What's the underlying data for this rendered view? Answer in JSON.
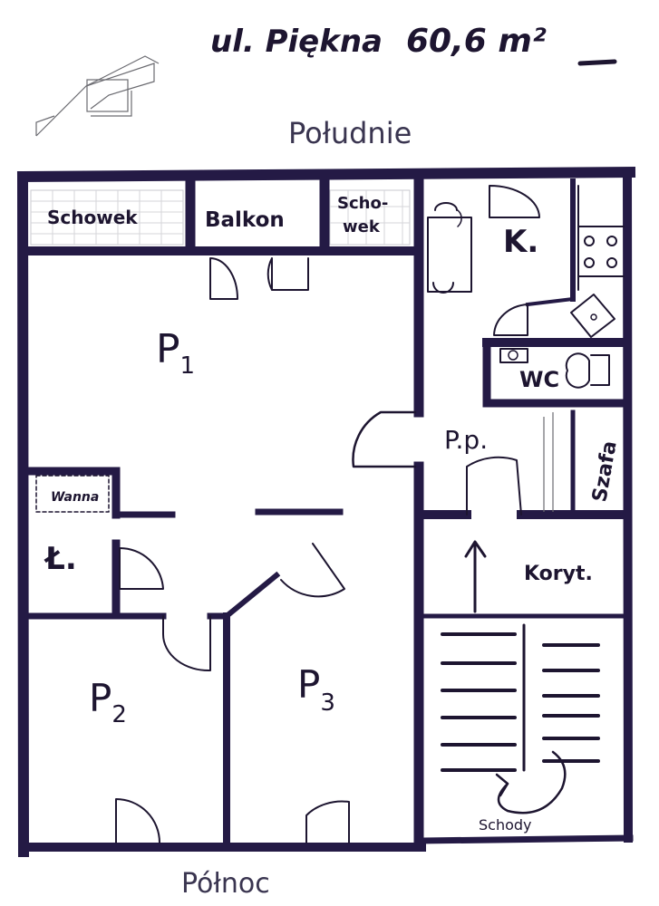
{
  "header": {
    "address": "ul. Piękna",
    "area": "60,6 m²"
  },
  "orientation": {
    "top": "Południe",
    "bottom": "Północ"
  },
  "rooms": {
    "schowek_left": "Schowek",
    "balkon": "Balkon",
    "schowek_right_1": "Scho-",
    "schowek_right_2": "wek",
    "kitchen": "K.",
    "wc": "WC",
    "p1_letter": "P",
    "p1_index": "1",
    "pp": "P.p.",
    "szafa": "Szafa",
    "wanna": "Wanna",
    "bathroom": "Ł.",
    "korytarz": "Koryt.",
    "p2_letter": "P",
    "p2_index": "2",
    "p3_letter": "P",
    "p3_index": "3",
    "schody": "Schody"
  },
  "colors": {
    "wall": "#241a45",
    "ink": "#1d1530",
    "pencil": "#6a6a70"
  }
}
